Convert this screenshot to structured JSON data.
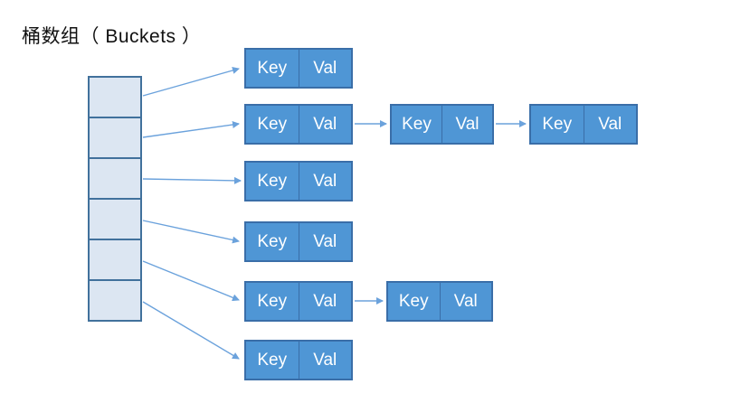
{
  "title": "桶数组（ Buckets ）",
  "colors": {
    "title_color": "#111111",
    "cell_fill": "#dce6f2",
    "cell_border": "#41719c",
    "node_fill": "#4f96d5",
    "node_border": "#3a6ea8",
    "node_text": "#ffffff",
    "arrow": "#6ba2dc"
  },
  "bucket_array": {
    "cell_count": 6
  },
  "rows": [
    {
      "nodes": [
        {
          "key": "Key",
          "val": "Val"
        }
      ]
    },
    {
      "nodes": [
        {
          "key": "Key",
          "val": "Val"
        },
        {
          "key": "Key",
          "val": "Val"
        },
        {
          "key": "Key",
          "val": "Val"
        }
      ]
    },
    {
      "nodes": [
        {
          "key": "Key",
          "val": "Val"
        }
      ]
    },
    {
      "nodes": [
        {
          "key": "Key",
          "val": "Val"
        }
      ]
    },
    {
      "nodes": [
        {
          "key": "Key",
          "val": "Val"
        },
        {
          "key": "Key",
          "val": "Val"
        }
      ]
    },
    {
      "nodes": [
        {
          "key": "Key",
          "val": "Val"
        }
      ]
    }
  ]
}
